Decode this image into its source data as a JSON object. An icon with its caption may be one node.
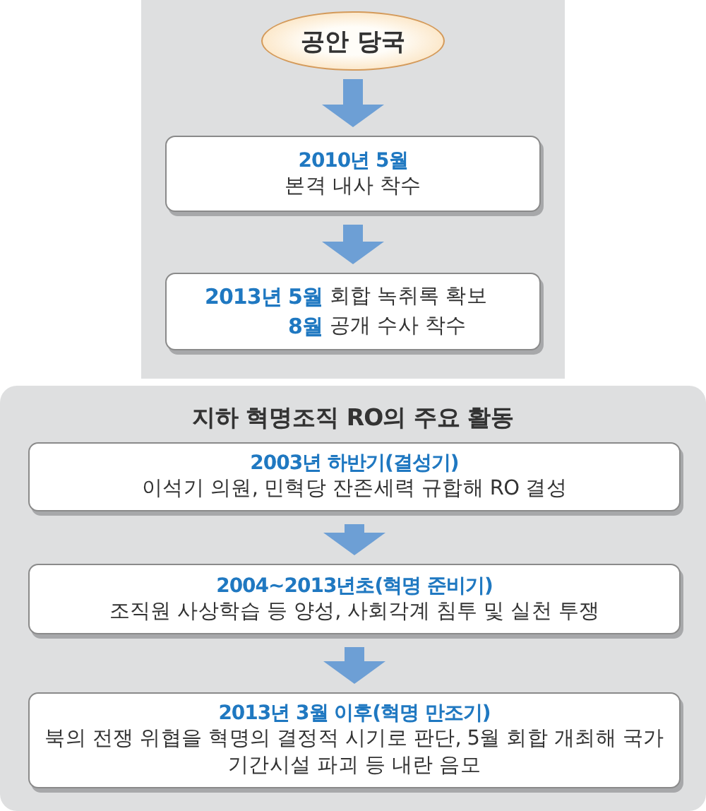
{
  "diagram": {
    "nodes": [
      {
        "text": [],
        "shape": "box"
      },
      {
        "text": [
          "공안 당국"
        ],
        "in": 0
      },
      {
        "text": [
          "2010년 5월",
          "본격 내사 착수"
        ],
        "in": 0
      },
      {
        "text": [
          "2013년 5월",
          "회합 녹취록 확보",
          "8월",
          "공개 수사 착수"
        ],
        "in": 0
      },
      {
        "text": [
          "지하 혁명조직 RO의 주요 활동"
        ]
      },
      {
        "text": [
          "2003년 하반기(결성기)",
          "이석기 의원, 민혁당 잔존세력 규합해 RO 결성"
        ],
        "in": 4
      },
      {
        "text": [
          "2004~2013년초(혁명 준비기)",
          "조직원 사상학습 등 양성, 사회각계 침투 및 실천 투쟁"
        ],
        "in": 4
      },
      {
        "text": [
          "2013년 3월 이후(혁명 만조기)",
          "북의 전쟁 위협을 혁명의 결정적 시기로 판단, 5월 회합 개최해 국가 기간시설 파괴 등 내란 음모"
        ],
        "in": 4
      }
    ],
    "edges": [
      {
        "from": 1,
        "to": 2,
        "arrow": "to"
      },
      {
        "from": 2,
        "to": 3,
        "arrow": "to"
      },
      {
        "from": 5,
        "to": 6,
        "arrow": "to"
      },
      {
        "from": 6,
        "to": 7,
        "arrow": "to"
      }
    ]
  }
}
